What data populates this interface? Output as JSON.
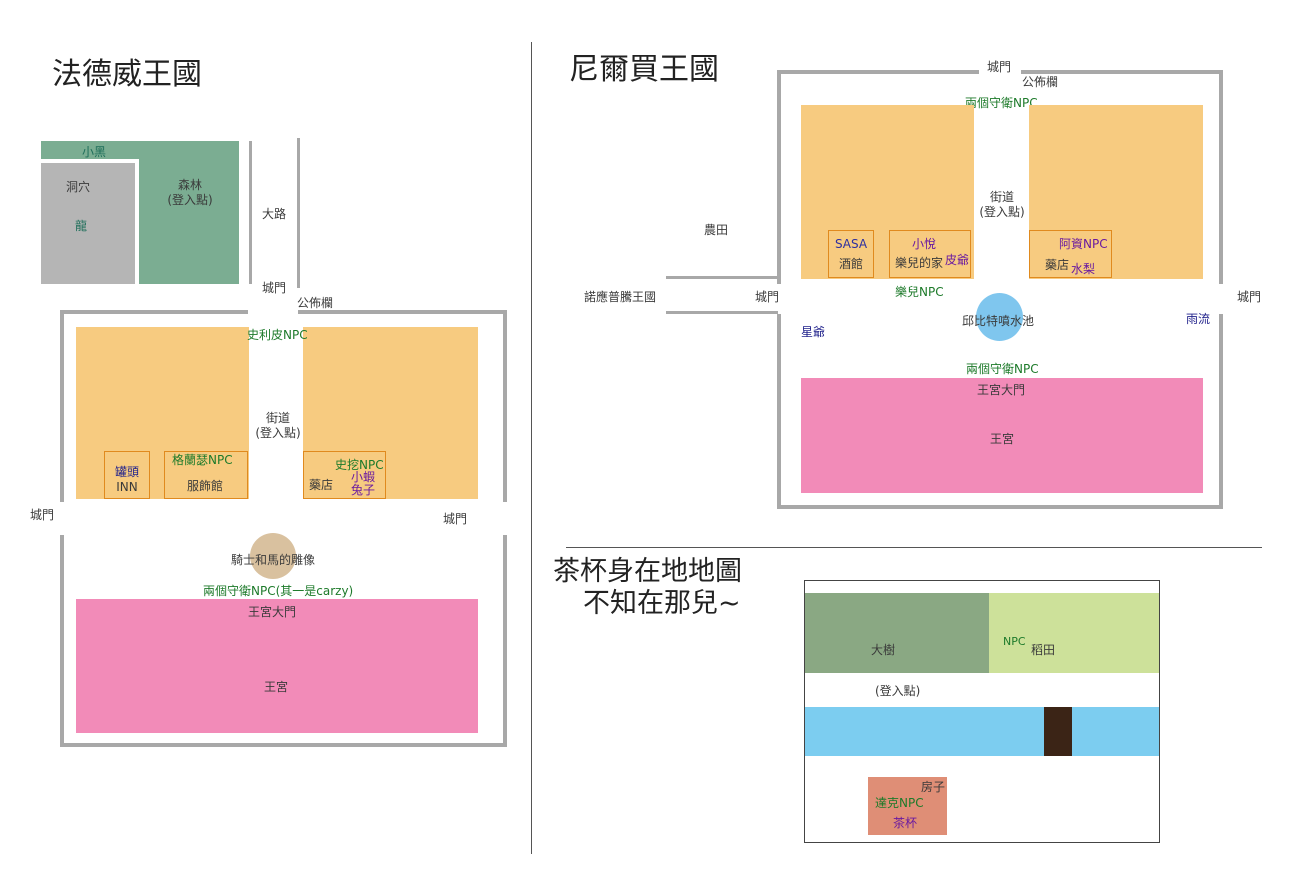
{
  "fadewei": {
    "title": "法德威王國",
    "xiaohei": "小黑",
    "cave": "洞穴",
    "dragon": "龍",
    "forest_line1": "森林",
    "forest_line2": "(登入點)",
    "road": "大路",
    "gate_north": "城門",
    "notice_board": "公佈欄",
    "shilipi_npc": "史利皮NPC",
    "street_line1": "街道",
    "street_line2": "(登入點)",
    "can_line1": "罐頭",
    "can_line2": "INN",
    "gelanse_npc": "格蘭瑟NPC",
    "clothing_shop": "服飾館",
    "shiwa_npc": "史挖NPC",
    "pharmacy": "藥店",
    "xiaoxia_line1": "小蝦",
    "xiaoxia_line2": "兔子",
    "gate_west": "城門",
    "gate_east": "城門",
    "statue": "騎士和馬的雕像",
    "guards": "兩個守衛NPC(其一是carzy)",
    "palace_gate": "王宮大門",
    "palace": "王宮"
  },
  "nierbai": {
    "title": "尼爾買王國",
    "gate_north": "城門",
    "notice_board": "公佈欄",
    "guards_top": "兩個守衛NPC",
    "street_line1": "街道",
    "street_line2": "(登入點)",
    "farm": "農田",
    "sasa": "SASA",
    "bar": "酒館",
    "xiaoyue": "小悅",
    "leer_home": "樂兒的家",
    "pijie": "皮爺",
    "azi_npc": "阿資NPC",
    "pharmacy": "藥店",
    "shuili": "水梨",
    "neighbor_kingdom": "諾應普騰王國",
    "gate_west": "城門",
    "gate_east": "城門",
    "leer_npc": "樂兒NPC",
    "fountain": "邱比特噴水池",
    "xingye": "星爺",
    "yuliu": "雨流",
    "guards_bottom": "兩個守衛NPC",
    "palace_gate": "王宮大門",
    "palace": "王宮"
  },
  "teacup": {
    "title_line1": "茶杯身在地地圖",
    "title_line2": "不知在那兒~",
    "big_tree": "大樹",
    "npc": "NPC",
    "rice_field": "稻田",
    "login_point": "(登入點)",
    "house": "房子",
    "dake_npc": "達克NPC",
    "teacup": "茶杯"
  },
  "colors": {
    "wall": "#a8a8a8",
    "building": "#f7cb80",
    "palace": "#f28bb8",
    "forest": "#7bad92",
    "cave": "#b5b5b5",
    "fountain": "#7fc6ee",
    "statue": "#d9c19f",
    "tree": "#8aa883",
    "rice": "#cde19a",
    "river": "#7ccdf0",
    "bridge": "#3b2416",
    "house": "#df8e76"
  }
}
